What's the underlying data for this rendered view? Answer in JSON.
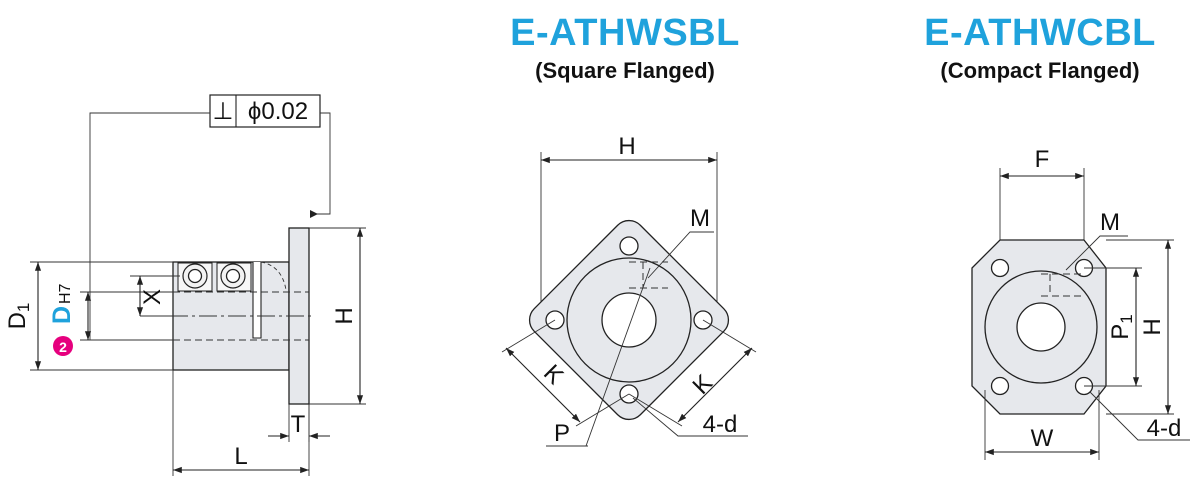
{
  "square": {
    "title": "E-ATHWSBL",
    "subtitle": "(Square Flanged)"
  },
  "compact": {
    "title": "E-ATHWCBL",
    "subtitle": "(Compact Flanged)"
  },
  "side_view": {
    "tolerance_symbol": "⊥",
    "tolerance_value": "ϕ0.02",
    "badge_number": "2",
    "labels": {
      "d1_main": "D",
      "d1_sub": "1",
      "d_main": "D",
      "d_fit": "H7",
      "x": "X",
      "h": "H",
      "t": "T",
      "l": "L"
    }
  },
  "square_view": {
    "labels": {
      "h": "H",
      "m": "M",
      "k_left": "K",
      "k_right": "K",
      "p": "P",
      "holes": "4-d"
    }
  },
  "compact_view": {
    "labels": {
      "f": "F",
      "m": "M",
      "p_main": "P",
      "p_sub": "1",
      "h": "H",
      "w": "W",
      "holes": "4-d"
    }
  },
  "colors": {
    "accent": "#1fa2dc",
    "badge": "#e6007e",
    "part_fill": "#e6e8ec"
  }
}
